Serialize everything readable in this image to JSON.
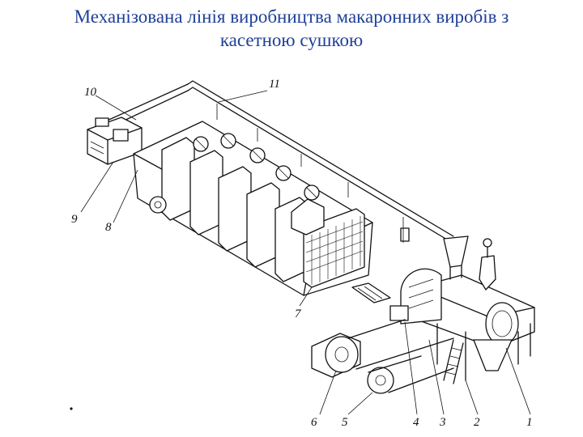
{
  "title": {
    "line1": "Механізована лінія виробництва макаронних виробів з",
    "line2": "касетною сушкою"
  },
  "callouts": [
    "10",
    "11",
    "9",
    "8",
    "7",
    "6",
    "5",
    "4",
    "3",
    "2",
    "1"
  ]
}
